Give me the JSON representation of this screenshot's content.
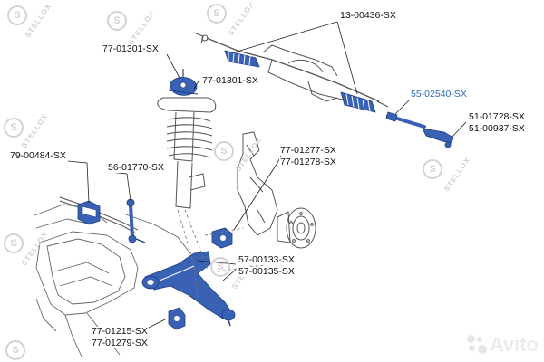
{
  "labels": {
    "steering_rack": "13-00436-SX",
    "strut_mount_top": "77-01301-SX",
    "strut_mount_bearing": "77-01301-SX",
    "inner_tie_rod": "55-02540-SX",
    "tie_rod_end_a": "51-01728-SX",
    "tie_rod_end_b": "51-00937-SX",
    "stabilizer_bushing": "79-00484-SX",
    "stabilizer_link": "56-01770-SX",
    "arm_bushing_a": "77-01277-SX",
    "arm_bushing_b": "77-01278-SX",
    "control_arm_a": "57-00133-SX",
    "control_arm_b": "57-00135-SX",
    "rear_bushing_a": "77-01215-SX",
    "rear_bushing_b": "77-01279-SX"
  },
  "watermark": {
    "text": "STELLOX",
    "mark": "S"
  },
  "logo": {
    "text": "Avito"
  },
  "colors": {
    "part_fill": "#3a62b4",
    "part_stroke": "#1d3d86",
    "outline": "#555555",
    "highlight_text": "#2f6fb4"
  },
  "icons": [
    "steering-rack-icon",
    "strut-icon",
    "knuckle-icon",
    "hub-icon",
    "control-arm-icon",
    "stabilizer-bar-icon",
    "subframe-icon"
  ]
}
